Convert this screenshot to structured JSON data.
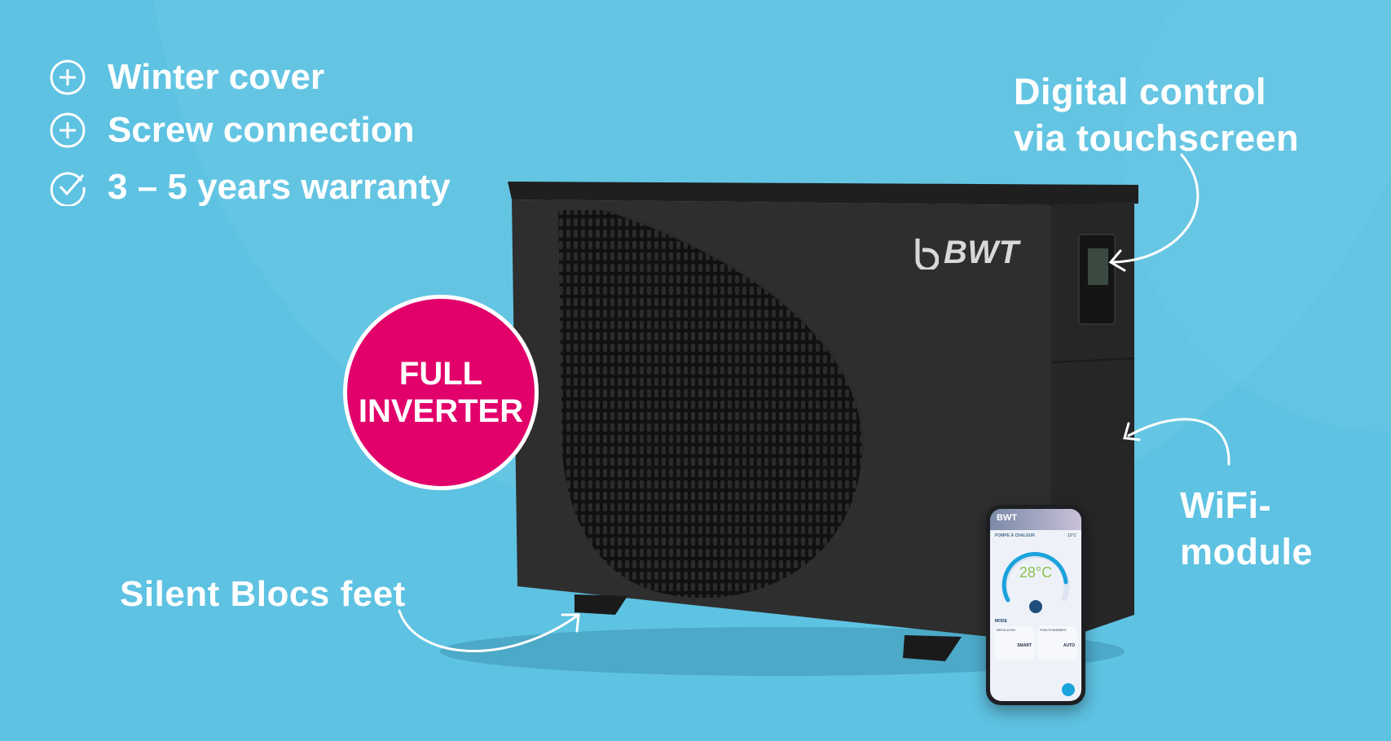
{
  "features": [
    {
      "icon": "plus-circle-icon",
      "label": "Winter cover"
    },
    {
      "icon": "plus-circle-icon",
      "label": "Screw connection"
    },
    {
      "icon": "check-circle-icon",
      "label": "3 – 5 years warranty"
    }
  ],
  "callouts": {
    "digital_control_line1": "Digital control",
    "digital_control_line2": "via touchscreen",
    "wifi_line1": "WiFi-",
    "wifi_line2": "module",
    "feet": "Silent Blocs feet"
  },
  "badge": {
    "line1": "FULL",
    "line2": "INVERTER",
    "color": "#e2006a"
  },
  "product": {
    "brand": "BWT"
  },
  "phone_app": {
    "brand": "BWT",
    "title": "POMPE À CHALEUR",
    "outside_temp": "13°C",
    "set_temp": "28°C",
    "mode_label": "MODE",
    "card1_title": "RÉGULATION",
    "card1_value": "SMART",
    "card2_title": "FONCTIONNEMENT",
    "card2_value": "AUTO"
  },
  "colors": {
    "background": "#5ec2e2",
    "accent": "#1aa3dc"
  }
}
